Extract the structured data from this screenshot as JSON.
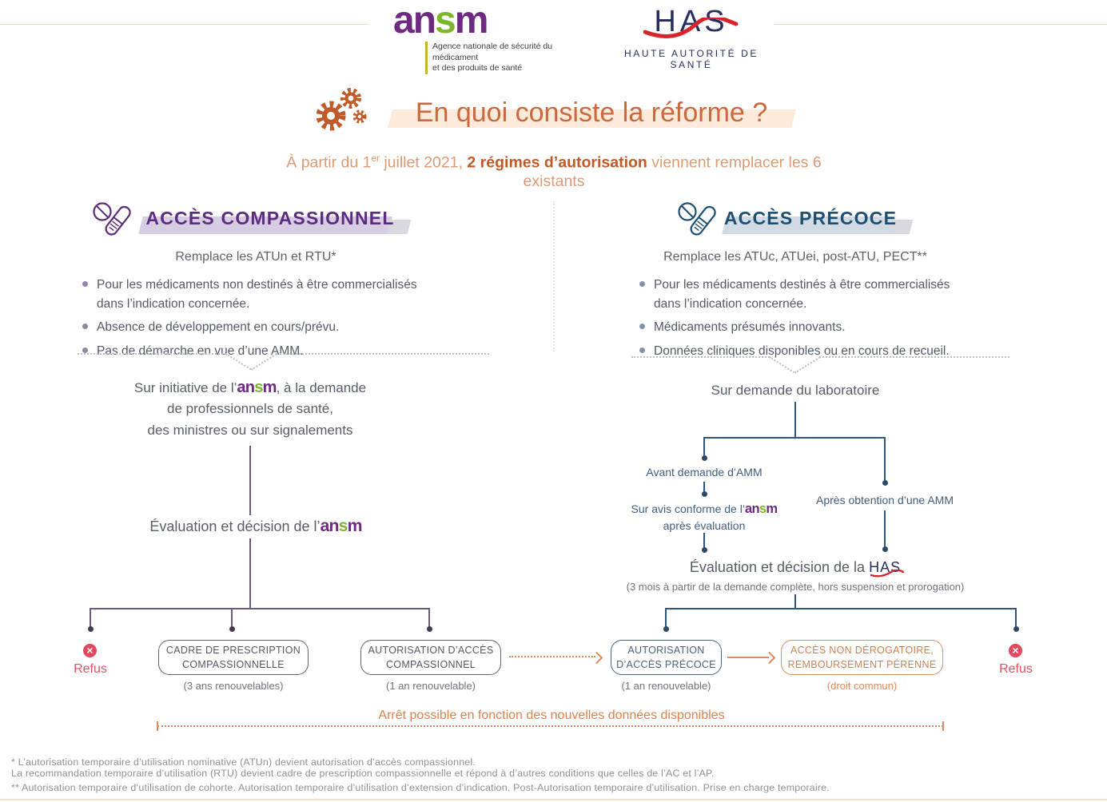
{
  "header": {
    "ansm": {
      "an": "an",
      "s": "s",
      "m": "m",
      "tagline_line1": "Agence nationale de sécurité du médicament",
      "tagline_line2": "et des produits de santé"
    },
    "has": {
      "h": "H",
      "a": "A",
      "s": "S",
      "subtitle": "HAUTE AUTORITÉ DE SANTÉ"
    }
  },
  "title": {
    "text": "En quoi consiste la réforme ?",
    "subtitle_prefix": "À partir du 1",
    "subtitle_sup": "er",
    "subtitle_mid": " juillet 2021, ",
    "subtitle_bold": "2 régimes d’autorisation",
    "subtitle_suffix": " viennent remplacer les 6 existants"
  },
  "left": {
    "heading": "ACCÈS COMPASSIONNEL",
    "replaces": "Remplace les ATUn et RTU*",
    "bullets": [
      "Pour les médicaments non destinés à être commercialisés dans l’indication concernée.",
      "Absence de développement en cours/prévu.",
      "Pas de démarche en vue d’une AMM."
    ],
    "initiative_prefix": "Sur initiative de l’",
    "initiative_suffix": ", à la demande",
    "initiative_line2": "de professionnels de santé,",
    "initiative_line3": "des ministres ou sur signalements",
    "evaluation_prefix": "Évaluation et décision de l’",
    "refus": "Refus",
    "box1_line1": "CADRE DE PRESCRIPTION",
    "box1_line2": "COMPASSIONNELLE",
    "box1_note": "(3 ans renouvelables)",
    "box2_line1": "AUTORISATION D’ACCÈS",
    "box2_line2": "COMPASSIONNEL",
    "box2_note": "(1 an renouvelable)"
  },
  "right": {
    "heading": "ACCÈS PRÉCOCE",
    "replaces": "Remplace les ATUc, ATUei, post-ATU, PECT**",
    "bullets": [
      "Pour les médicaments destinés à être commercialisés dans l’indication concernée.",
      "Médicaments présumés innovants.",
      "Données cliniques disponibles ou en cours de recueil."
    ],
    "demande": "Sur demande du laboratoire",
    "branch_left_label": "Avant demande d’AMM",
    "avis_prefix": "Sur avis conforme de l’",
    "avis_line2": "après évaluation",
    "branch_right_label": "Après obtention d’une AMM",
    "evaluation_prefix": "Évaluation et décision de la ",
    "evaluation_note": "(3 mois à partir de la demande complète, hors suspension et prorogation)",
    "box3_line1": "AUTORISATION",
    "box3_line2": "D’ACCÈS PRÉCOCE",
    "box3_note": "(1 an renouvelable)",
    "box4_line1": "ACCÈS NON DÉROGATOIRE,",
    "box4_line2": "REMBOURSEMENT PÉRENNE",
    "box4_note": "(droit commun)",
    "refus": "Refus"
  },
  "bottom": {
    "arret": "Arrêt possible en fonction des nouvelles données disponibles"
  },
  "footnotes": {
    "line1": "* L’autorisation temporaire d’utilisation nominative (ATUn) devient autorisation d’accès compassionnel.",
    "line2": "La recommandation temporaire d’utilisation (RTU) devient cadre de prescription compassionnelle et répond à d’autres conditions que celles de l’AC et l’AP.",
    "line3": "** Autorisation temporaire d’utilisation de cohorte. Autorisation temporaire d’utilisation d’extension d’indication. Post-Autorisation temporaire d’utilisation. Prise en charge temporaire."
  },
  "icons": {
    "refus_x": "×"
  },
  "colors": {
    "purple": "#5b2c7f",
    "navy": "#1d4f72",
    "orange": "#c05a28",
    "orange_light": "#dd8a5f",
    "red": "#e3485c",
    "green": "#7cb62c"
  }
}
